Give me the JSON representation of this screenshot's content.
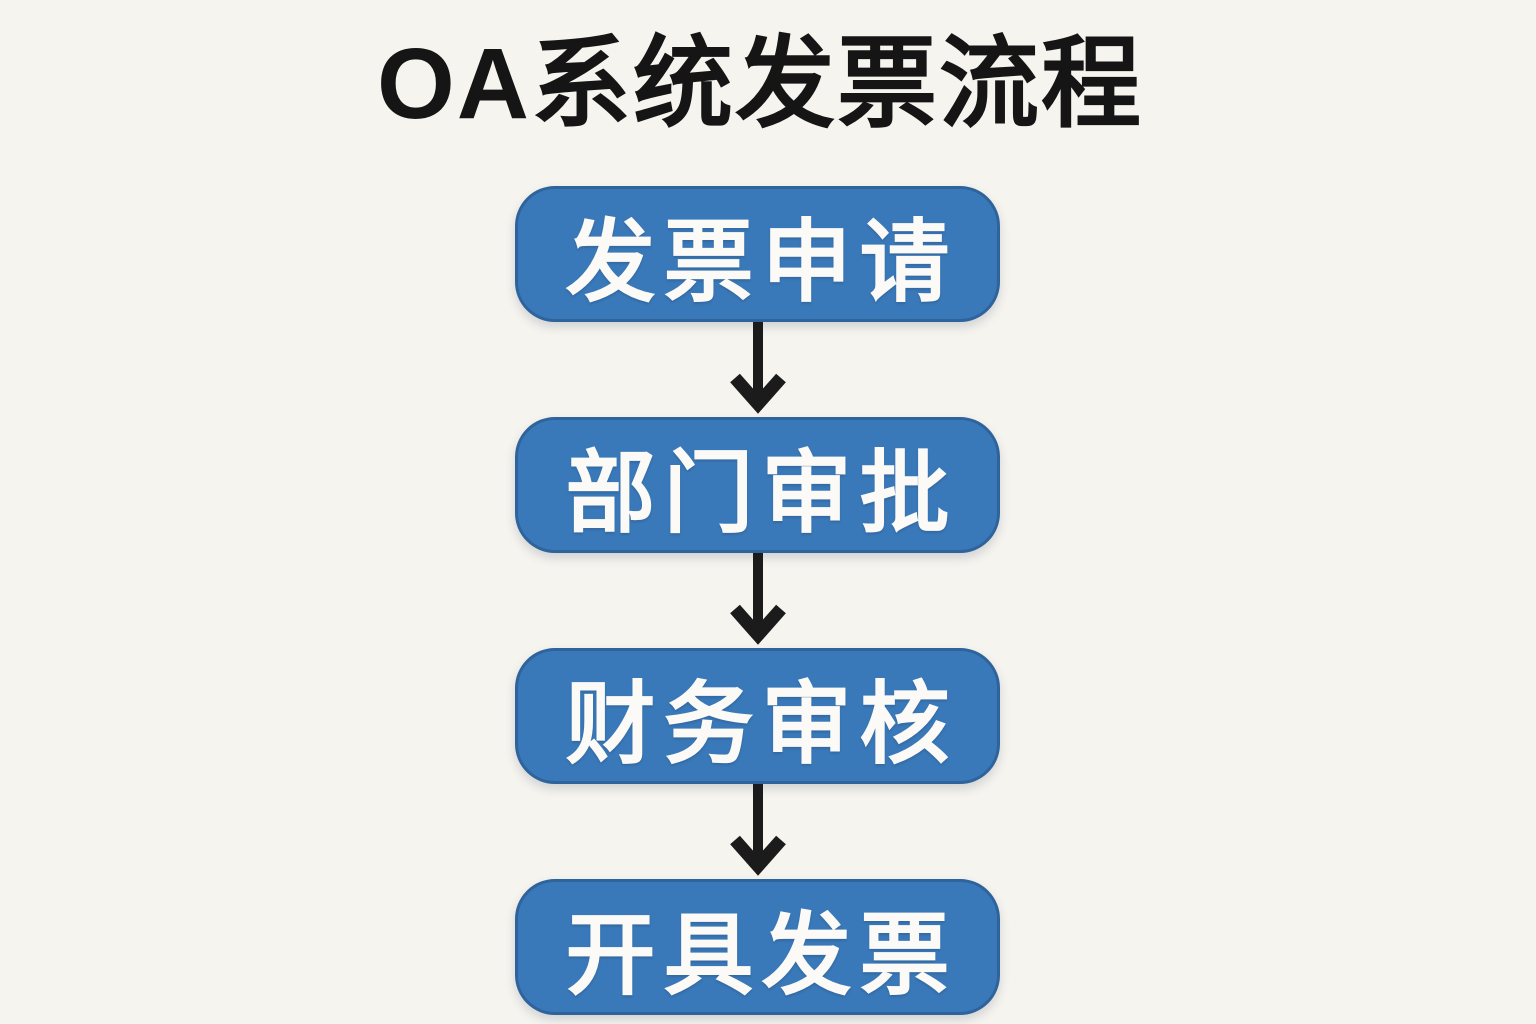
{
  "page": {
    "background_color": "#f6f4ef"
  },
  "title": {
    "text": "OA系统发票流程",
    "color": "#151515"
  },
  "flow": {
    "box_color": "#3a79b9",
    "box_border_color": "#2e639b",
    "box_text_color": "#fbfaf7",
    "arrow_color": "#1b1b1b",
    "steps": [
      {
        "label": "发票申请"
      },
      {
        "label": "部门审批"
      },
      {
        "label": "财务审核"
      },
      {
        "label": "开具发票"
      }
    ]
  }
}
